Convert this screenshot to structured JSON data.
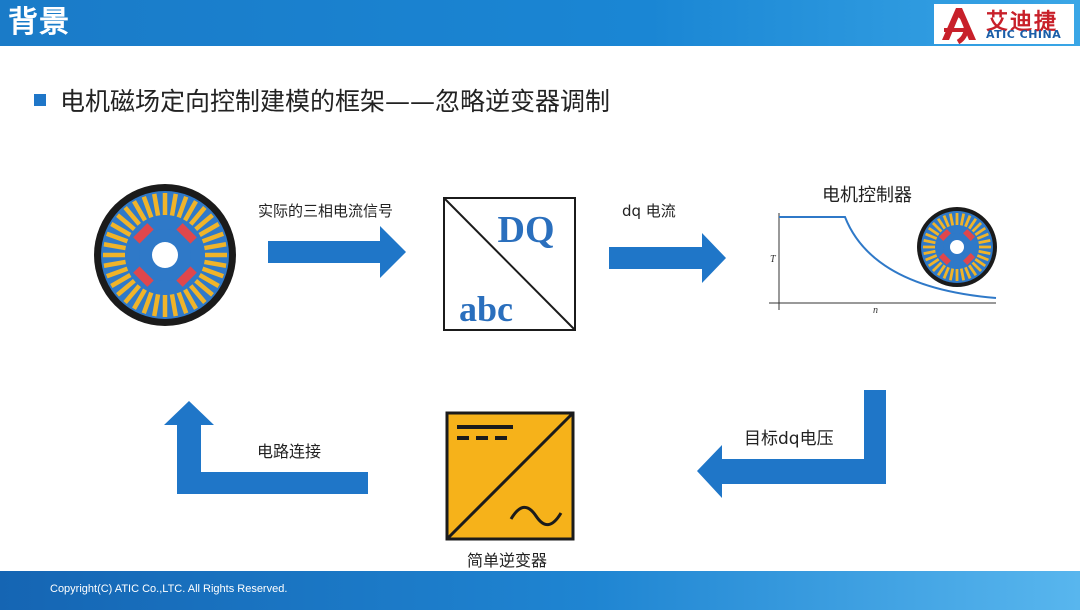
{
  "header": {
    "title": "背景"
  },
  "logo": {
    "cn": "艾迪捷",
    "en": "ATIC CHINA"
  },
  "bullet": "电机磁场定向控制建模的框架——忽略逆变器调制",
  "labels": {
    "three_phase": "实际的三相电流信号",
    "dq_current": "dq 电流",
    "motor_controller": "电机控制器",
    "target_dq_voltage": "目标dq电压",
    "circuit_connection": "电路连接",
    "simple_inverter": "简单逆变器"
  },
  "transform_block": {
    "top": "DQ",
    "bottom": "abc"
  },
  "chart_axes": {
    "y": "T",
    "x": "n"
  },
  "footer": {
    "copyright": "Copyright(C) ATIC Co.,LTC. All Rights Reserved."
  },
  "colors": {
    "accent": "#1f76c8",
    "inverter": "#f6b21a",
    "coil": "#f0b429",
    "magnet": "#e0474c",
    "rotor": "#2f79c8"
  }
}
